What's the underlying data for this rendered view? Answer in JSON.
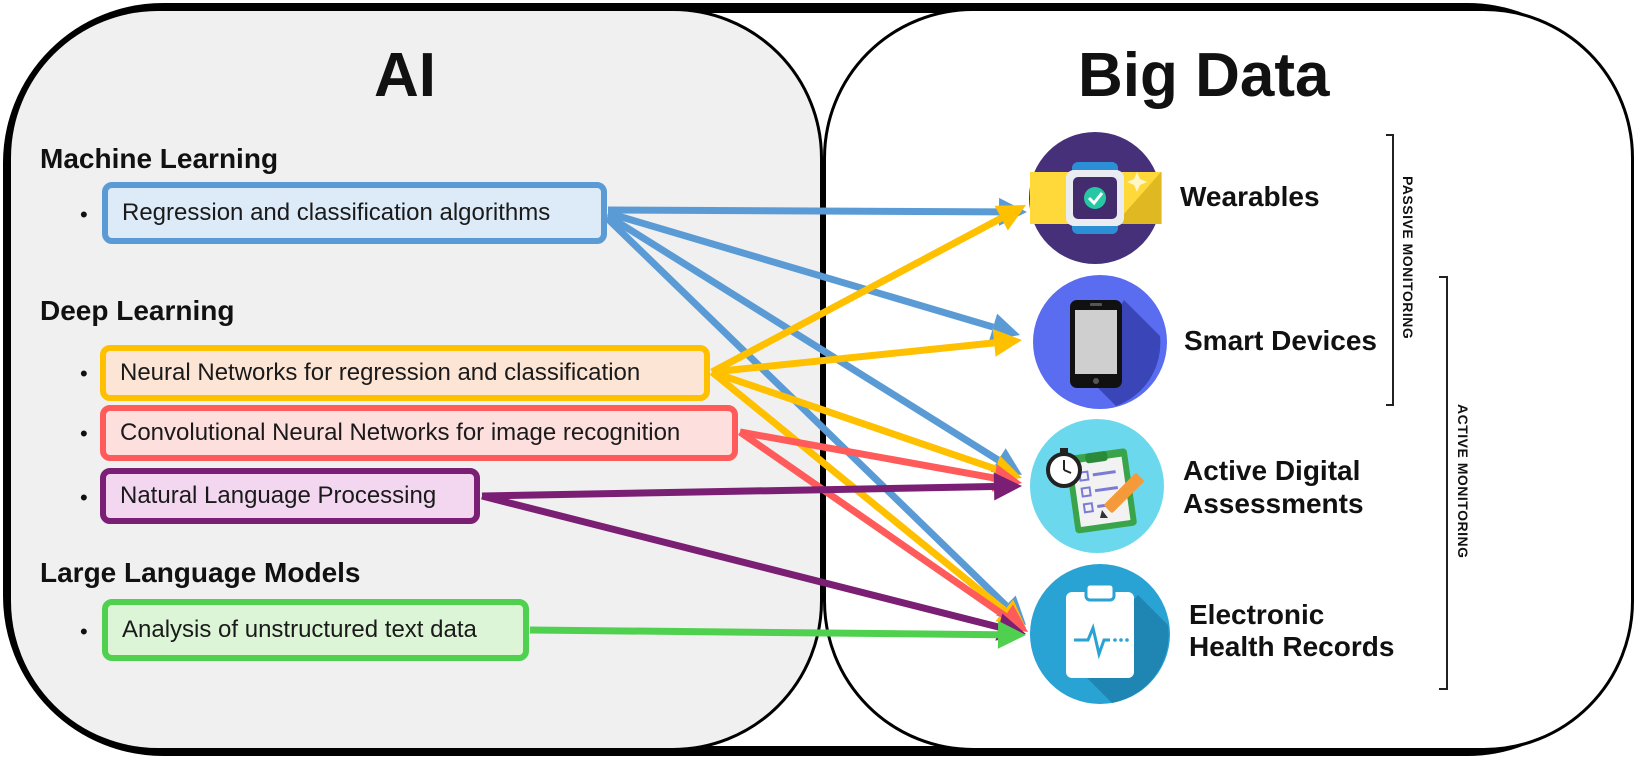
{
  "ai": {
    "title": "AI",
    "sections": [
      {
        "heading": "Machine Learning",
        "items": [
          "Regression and classification algorithms"
        ]
      },
      {
        "heading": "Deep Learning",
        "items": [
          "Neural Networks for regression and classification",
          "Convolutional Neural Networks for image recognition",
          "Natural Language Processing"
        ]
      },
      {
        "heading": "Large Language Models",
        "items": [
          "Analysis of unstructured text data"
        ]
      }
    ]
  },
  "big_data": {
    "title": "Big Data",
    "sources": [
      {
        "name": "Wearables",
        "icon": "smartwatch-icon"
      },
      {
        "name": "Smart Devices",
        "icon": "smartphone-icon"
      },
      {
        "name_line1": "Active Digital",
        "name_line2": "Assessments",
        "icon": "clipboard-stopwatch-icon"
      },
      {
        "name_line1": "Electronic",
        "name_line2": "Health Records",
        "icon": "clipboard-ekg-icon"
      }
    ],
    "brackets": {
      "passive": "PASSIVE MONITORING",
      "active": "ACTIVE MONITORING"
    }
  },
  "bullet_char": "•",
  "colors": {
    "ml": "#5b9bd5",
    "nn": "#ffc000",
    "cnn": "#ff5b5b",
    "nlp": "#7a1f73",
    "llm": "#4fd14f"
  }
}
